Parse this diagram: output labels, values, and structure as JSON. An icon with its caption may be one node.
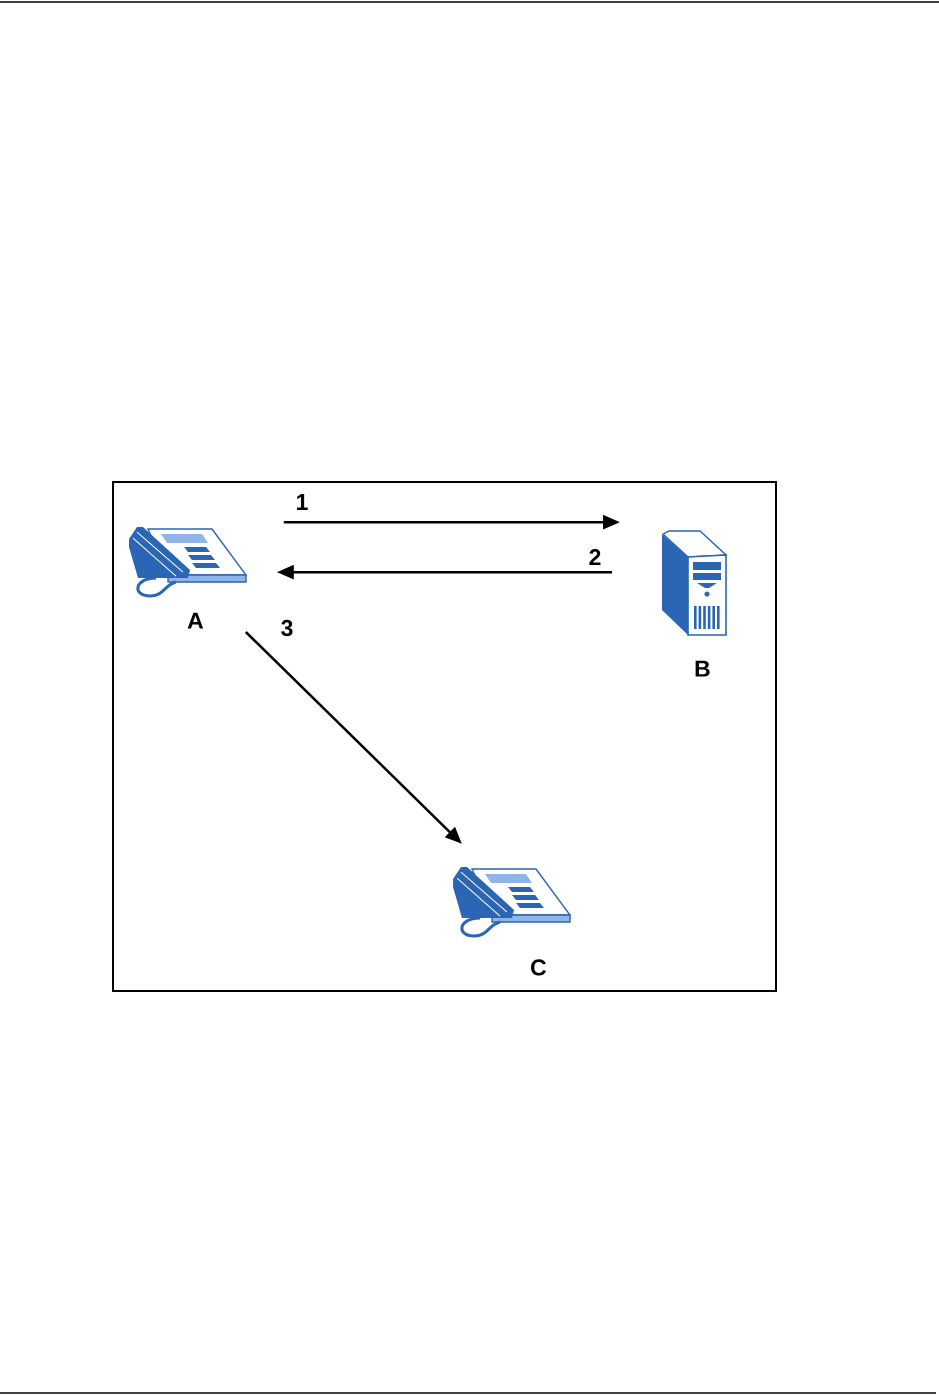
{
  "diagram": {
    "nodes": [
      {
        "text": [
          "A"
        ]
      },
      {
        "text": [
          "B"
        ]
      },
      {
        "text": [
          "C"
        ]
      }
    ],
    "edges": [
      {
        "from": 0,
        "to": 1,
        "arrow": "to",
        "label": "1"
      },
      {
        "from": 1,
        "to": 0,
        "arrow": "to",
        "label": "2"
      },
      {
        "from": 0,
        "to": 2,
        "arrow": "to",
        "label": "3"
      }
    ]
  }
}
